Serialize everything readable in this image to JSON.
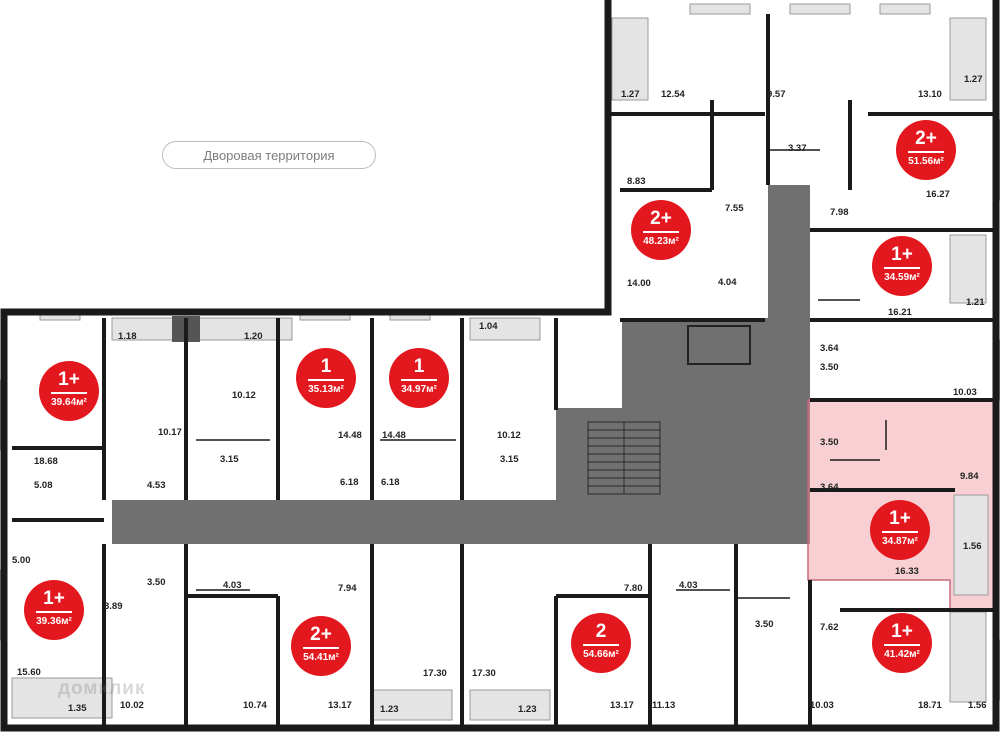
{
  "courtyard_label": "Дворовая территория",
  "watermark": "домклик",
  "colors": {
    "badge": "#e3181f",
    "highlight": "rgba(240,150,160,0.45)",
    "corridor": "#707070",
    "wall": "#1a1a1a"
  },
  "apartments": [
    {
      "type": "1+",
      "area": "39.64м²"
    },
    {
      "type": "1",
      "area": "35.13м²"
    },
    {
      "type": "1",
      "area": "34.97м²"
    },
    {
      "type": "1+",
      "area": "39.36м²"
    },
    {
      "type": "2+",
      "area": "54.41м²"
    },
    {
      "type": "2",
      "area": "54.66м²"
    },
    {
      "type": "2+",
      "area": "48.23м²"
    },
    {
      "type": "2+",
      "area": "51.56м²"
    },
    {
      "type": "1+",
      "area": "34.59м²"
    },
    {
      "type": "1+",
      "area": "34.87м²"
    },
    {
      "type": "1+",
      "area": "41.42м²"
    }
  ],
  "room_areas": [
    "1.27",
    "12.54",
    "9.57",
    "13.10",
    "1.27",
    "3.37",
    "8.83",
    "7.55",
    "16.27",
    "7.98",
    "14.00",
    "4.04",
    "1.21",
    "16.21",
    "1.18",
    "1.20",
    "1.04",
    "3.64",
    "3.50",
    "10.03",
    "10.17",
    "10.12",
    "14.48",
    "14.48",
    "10.12",
    "3.50",
    "9.84",
    "18.68",
    "3.15",
    "3.15",
    "3.64",
    "4.53",
    "6.18",
    "6.18",
    "5.08",
    "16.33",
    "1.56",
    "5.00",
    "3.50",
    "4.03",
    "7.94",
    "7.80",
    "4.03",
    "3.89",
    "3.50",
    "7.62",
    "15.60",
    "17.30",
    "17.30",
    "1.35",
    "10.02",
    "10.74",
    "13.17",
    "1.23",
    "1.23",
    "13.17",
    "11.13",
    "10.03",
    "18.71",
    "1.56"
  ]
}
